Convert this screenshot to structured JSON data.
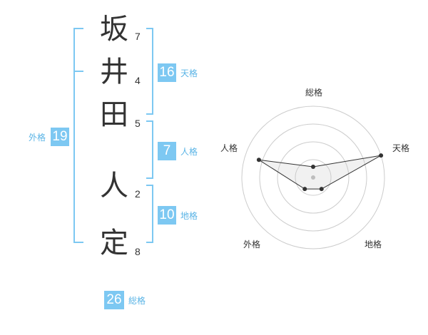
{
  "name": {
    "chars": [
      "坂",
      "井",
      "田",
      "人",
      "定"
    ],
    "strokes": [
      "7",
      "4",
      "5",
      "2",
      "8"
    ]
  },
  "fortune": {
    "tenkaku": {
      "value": "16",
      "label": "天格"
    },
    "jinkaku": {
      "value": "7",
      "label": "人格"
    },
    "chikaku": {
      "value": "10",
      "label": "地格"
    },
    "gaikaku": {
      "value": "19",
      "label": "外格"
    },
    "soukaku": {
      "value": "26",
      "label": "総格"
    }
  },
  "colors": {
    "accent": "#7dc8f2",
    "text": "#333333",
    "line": "#cccccc"
  },
  "chart_data": {
    "type": "radar",
    "axes": [
      "総格",
      "天格",
      "地格",
      "外格",
      "人格"
    ],
    "values": [
      0.15,
      1.0,
      0.2,
      0.2,
      0.8
    ],
    "rings": 4
  }
}
